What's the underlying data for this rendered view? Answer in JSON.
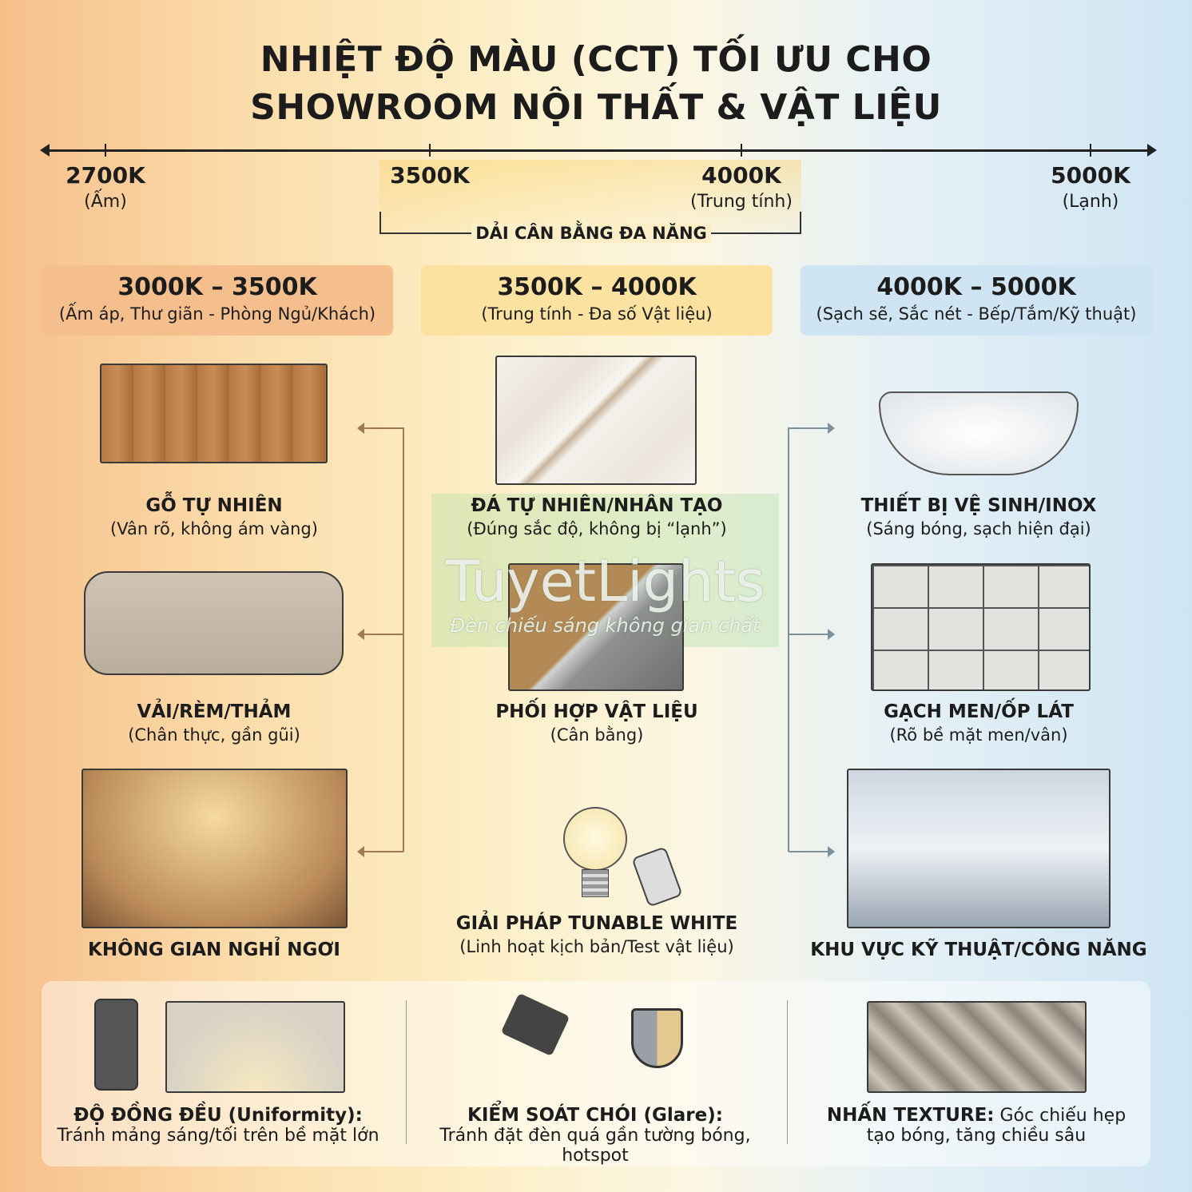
{
  "title": {
    "line1": "NHIỆT ĐỘ MÀU (CCT) TỐI ƯU CHO",
    "line2": "SHOWROOM NỘI THẤT & VẬT LIỆU"
  },
  "scale": {
    "ticks": [
      {
        "label": "2700K",
        "sub": "(Ấm)"
      },
      {
        "label": "3500K",
        "sub": ""
      },
      {
        "label": "4000K",
        "sub": "(Trung tính)"
      },
      {
        "label": "5000K",
        "sub": "(Lạnh)"
      }
    ],
    "range_label": "DẢI CÂN BẰNG ĐA NĂNG"
  },
  "columns": [
    {
      "range": "3000K – 3500K",
      "desc": "(Ấm áp, Thư giãn - Phòng Ngủ/Khách)",
      "color": "#f5bf8d",
      "items": [
        {
          "title": "GỖ TỰ NHIÊN",
          "sub": "(Vân rõ, không ám vàng)",
          "icon": "wood-cabinet"
        },
        {
          "title": "VẢI/RÈM/THẢM",
          "sub": "(Chân thực, gần gũi)",
          "icon": "sofa"
        },
        {
          "title": "KHÔNG GIAN NGHỈ NGƠI",
          "sub": "",
          "icon": "bedroom"
        }
      ]
    },
    {
      "range": "3500K – 4000K",
      "desc": "(Trung tính - Đa số Vật liệu)",
      "color": "#fbe2a0",
      "items": [
        {
          "title": "ĐÁ TỰ NHIÊN/NHÂN TẠO",
          "sub": "(Đúng sắc độ, không bị “lạnh”)",
          "icon": "marble"
        },
        {
          "title": "PHỐI HỢP VẬT LIỆU",
          "sub": "(Cân bằng)",
          "icon": "mixed-materials"
        },
        {
          "title": "GIẢI PHÁP TUNABLE WHITE",
          "sub": "(Linh hoạt kịch bản/Test vật liệu)",
          "icon": "tunable-bulb"
        }
      ]
    },
    {
      "range": "4000K – 5000K",
      "desc": "(Sạch sẽ, Sắc nét - Bếp/Tắm/Kỹ thuật)",
      "color": "#cfe5f3",
      "items": [
        {
          "title": "THIẾT BỊ VỆ SINH/INOX",
          "sub": "(Sáng bóng, sạch hiện đại)",
          "icon": "sink"
        },
        {
          "title": "GẠCH MEN/ỐP LÁT",
          "sub": "(Rõ bề mặt men/vân)",
          "icon": "tiles"
        },
        {
          "title": "KHU VỰC KỸ THUẬT/CÔNG NĂNG",
          "sub": "",
          "icon": "kitchen"
        }
      ]
    }
  ],
  "tips": [
    {
      "bold": "ĐỘ ĐỒNG ĐỀU (Uniformity):",
      "text": "Tránh mảng sáng/tối trên bề mặt lớn",
      "icon": "light-meter"
    },
    {
      "bold": "KIỂM SOÁT CHÓI (Glare):",
      "text": "Tránh đặt đèn quá gần tường bóng, hotspot",
      "icon": "spotlight-shield"
    },
    {
      "bold": "NHẤN TEXTURE:",
      "text": " Góc chiếu hẹp",
      "text2": "tạo bóng, tăng chiều sâu",
      "icon": "texture-wall"
    }
  ],
  "watermark": {
    "brand": "TuyetLights",
    "tagline": "Đèn chiếu sáng không gian chất"
  }
}
